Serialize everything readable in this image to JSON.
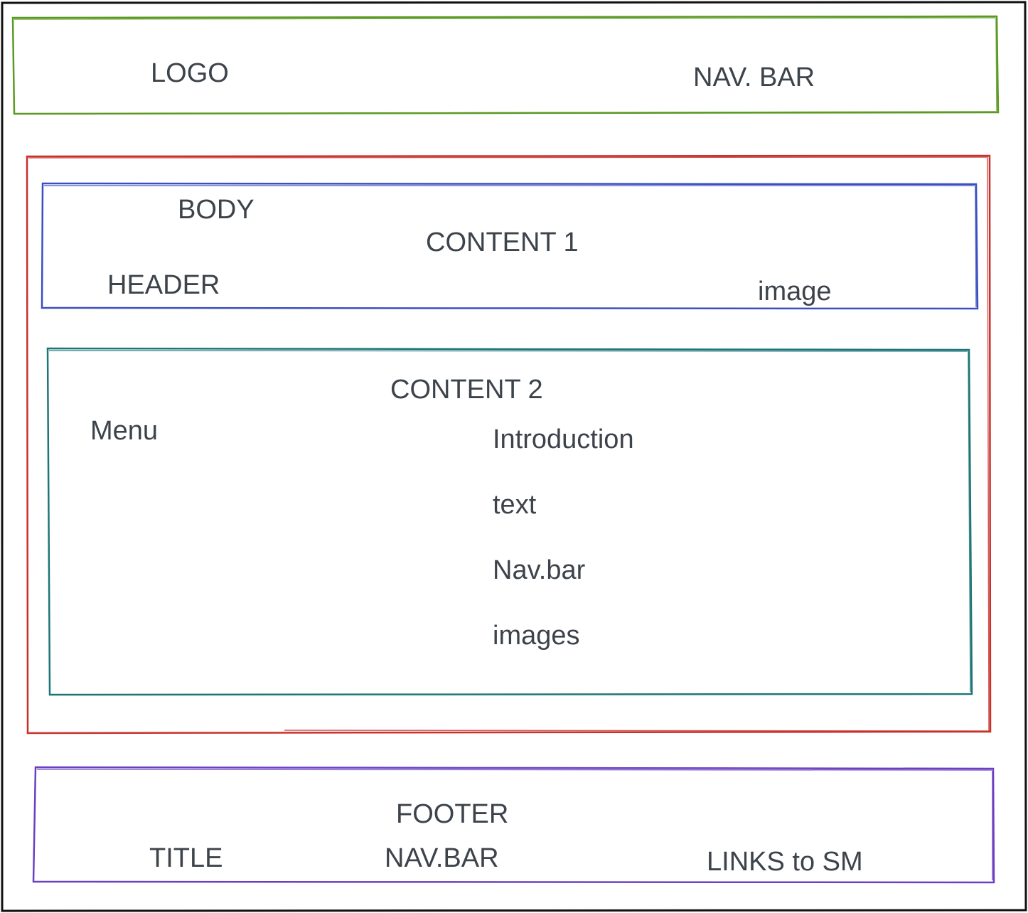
{
  "colors": {
    "outer_border": "#111111",
    "header_box": "#5a9a22",
    "body_box": "#c9302c",
    "content1_box": "#3b4fc0",
    "content2_box": "#1e7578",
    "footer_box": "#6a3fc2",
    "text": "#3d434b"
  },
  "header": {
    "logo": "LOGO",
    "nav_bar": "NAV. BAR"
  },
  "body": {
    "label": "BODY",
    "content1": {
      "title": "CONTENT 1",
      "header": "HEADER",
      "image": "image"
    },
    "content2": {
      "title": "CONTENT 2",
      "menu": "Menu",
      "items": [
        "Introduction",
        "text",
        "Nav.bar",
        "images"
      ]
    }
  },
  "footer": {
    "label": "FOOTER",
    "title": "TITLE",
    "nav_bar": "NAV.BAR",
    "links": "LINKS to SM"
  }
}
